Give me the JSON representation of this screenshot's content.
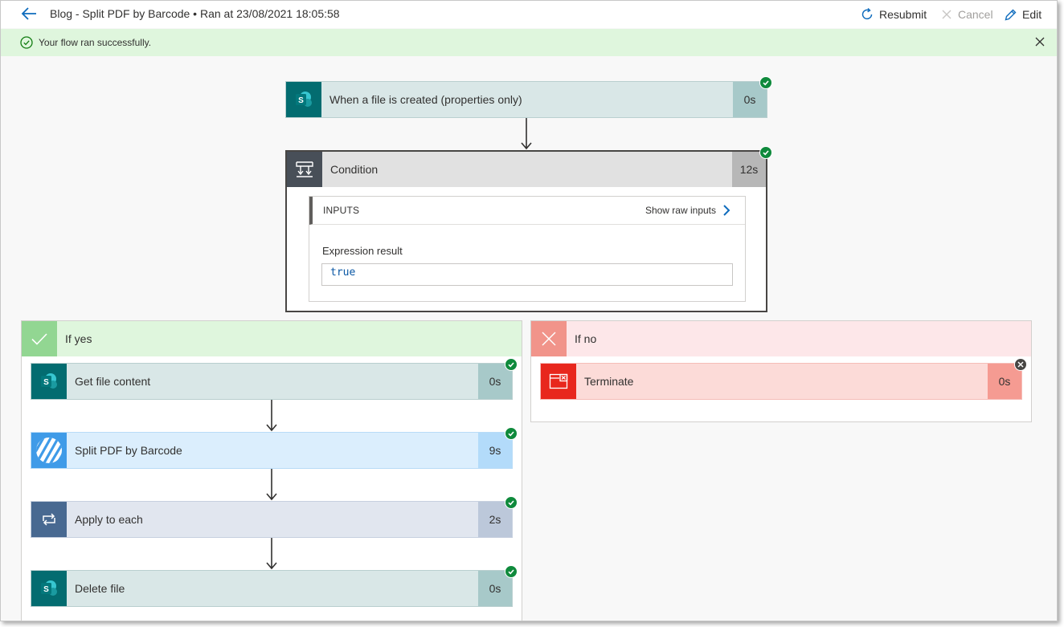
{
  "header": {
    "title": "Blog - Split PDF by Barcode • Ran at 23/08/2021 18:05:58",
    "actions": {
      "resubmit": "Resubmit",
      "cancel": "Cancel",
      "edit": "Edit"
    }
  },
  "banner": {
    "message": "Your flow ran successfully."
  },
  "trigger": {
    "label": "When a file is created (properties only)",
    "duration": "0s",
    "icon": "sharepoint-icon",
    "status": "succeeded"
  },
  "condition": {
    "label": "Condition",
    "duration": "12s",
    "status": "succeeded",
    "inputs_title": "INPUTS",
    "show_raw_inputs": "Show raw inputs",
    "expression_label": "Expression result",
    "expression_value": "true"
  },
  "branches": {
    "yes": {
      "title": "If yes",
      "actions": [
        {
          "label": "Get file content",
          "duration": "0s",
          "icon": "sharepoint-icon",
          "status": "succeeded"
        },
        {
          "label": "Split PDF by Barcode",
          "duration": "9s",
          "icon": "striped-connector-icon",
          "status": "succeeded"
        },
        {
          "label": "Apply to each",
          "duration": "2s",
          "icon": "loop-icon",
          "status": "succeeded"
        },
        {
          "label": "Delete file",
          "duration": "0s",
          "icon": "sharepoint-icon",
          "status": "succeeded"
        }
      ]
    },
    "no": {
      "title": "If no",
      "actions": [
        {
          "label": "Terminate",
          "duration": "0s",
          "icon": "terminate-icon",
          "status": "skipped"
        }
      ]
    }
  },
  "colors": {
    "sharepoint": "#036c70",
    "success": "#0f8a3c",
    "yes_branch": "#dff6dd",
    "no_branch": "#fde7e9",
    "terminate": "#e8271d",
    "condition": "#484644",
    "split_pdf": "#3f9be8",
    "loop": "#486991"
  }
}
